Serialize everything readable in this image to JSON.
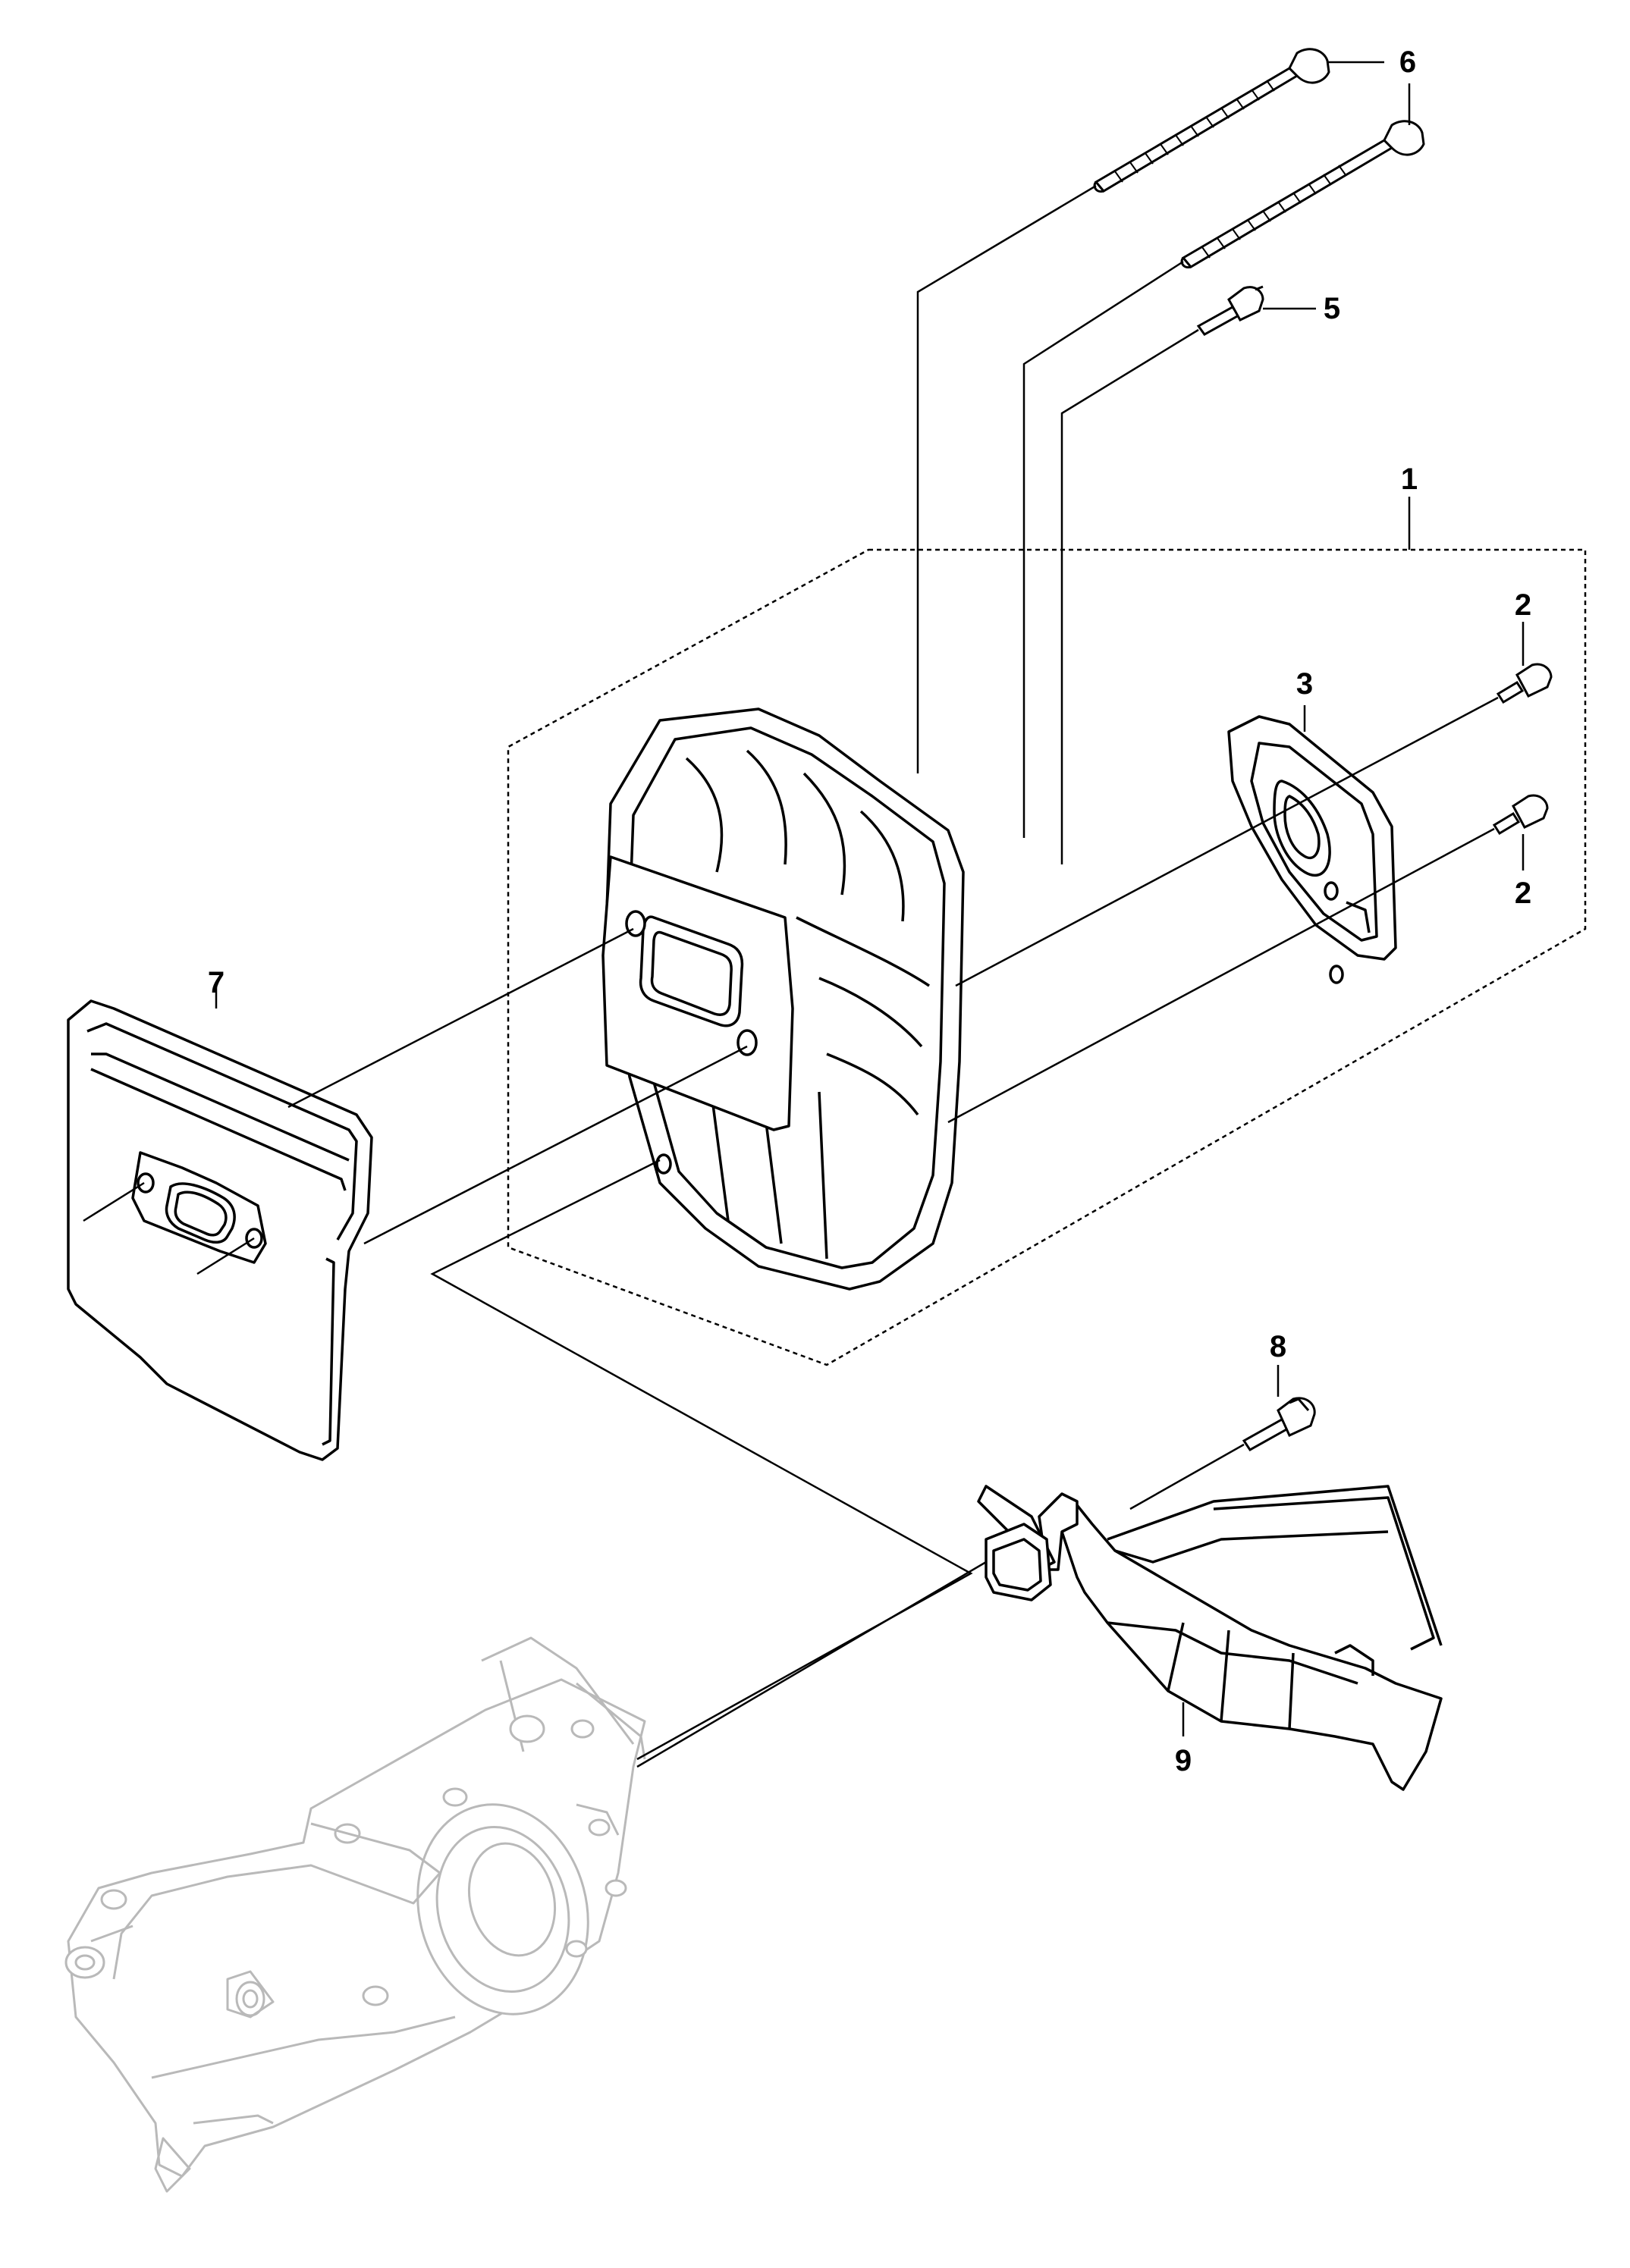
{
  "callouts": [
    {
      "id": "c6",
      "label": "6"
    },
    {
      "id": "c5",
      "label": "5"
    },
    {
      "id": "c1",
      "label": "1"
    },
    {
      "id": "c2a",
      "label": "2"
    },
    {
      "id": "c3",
      "label": "3"
    },
    {
      "id": "c2b",
      "label": "2"
    },
    {
      "id": "c7",
      "label": "7"
    },
    {
      "id": "c8",
      "label": "8"
    },
    {
      "id": "c9",
      "label": "9"
    }
  ],
  "colors": {
    "line": "#000000",
    "ghost": "#b9b9b9",
    "fill": "#ffffff",
    "shade": "#f2f2f2"
  }
}
